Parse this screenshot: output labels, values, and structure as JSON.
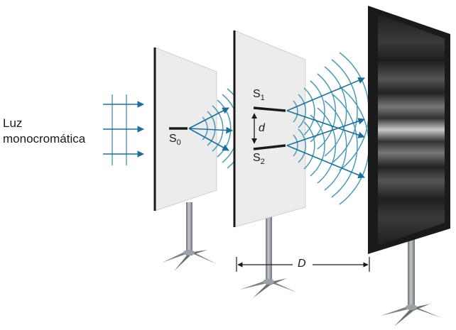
{
  "light_label_line1": "Luz",
  "light_label_line2": "monocromática",
  "s0": {
    "letter": "S",
    "sub": "0"
  },
  "s1": {
    "letter": "S",
    "sub": "1"
  },
  "s2": {
    "letter": "S",
    "sub": "2"
  },
  "d_label": "d",
  "D_label": "D",
  "colors": {
    "wave": "#4a9ab8",
    "arrow": "#1d6f9a",
    "panel": "#ececec",
    "stand": "#8a8f94",
    "screen_frame": "#1a1a1a"
  }
}
